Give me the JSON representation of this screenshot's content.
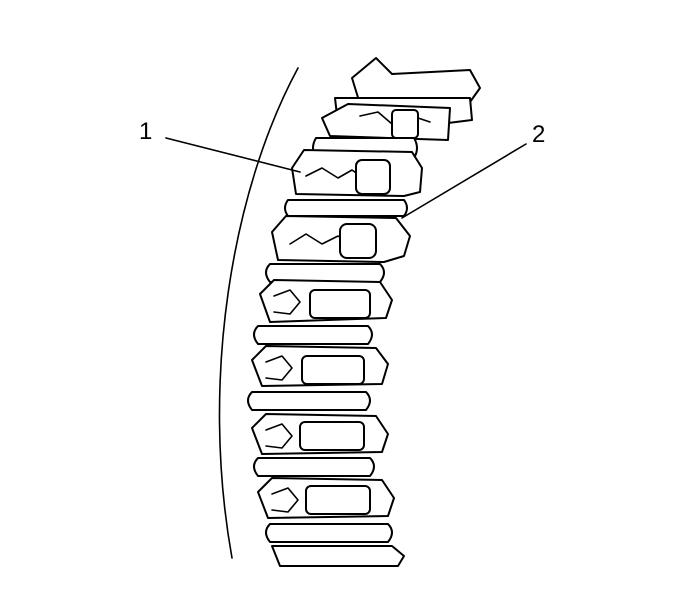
{
  "figure": {
    "callouts": [
      {
        "id": "1",
        "text": "1"
      },
      {
        "id": "2",
        "text": "2"
      }
    ],
    "colors": {
      "ink": "#000000",
      "background": "#ffffff"
    }
  }
}
